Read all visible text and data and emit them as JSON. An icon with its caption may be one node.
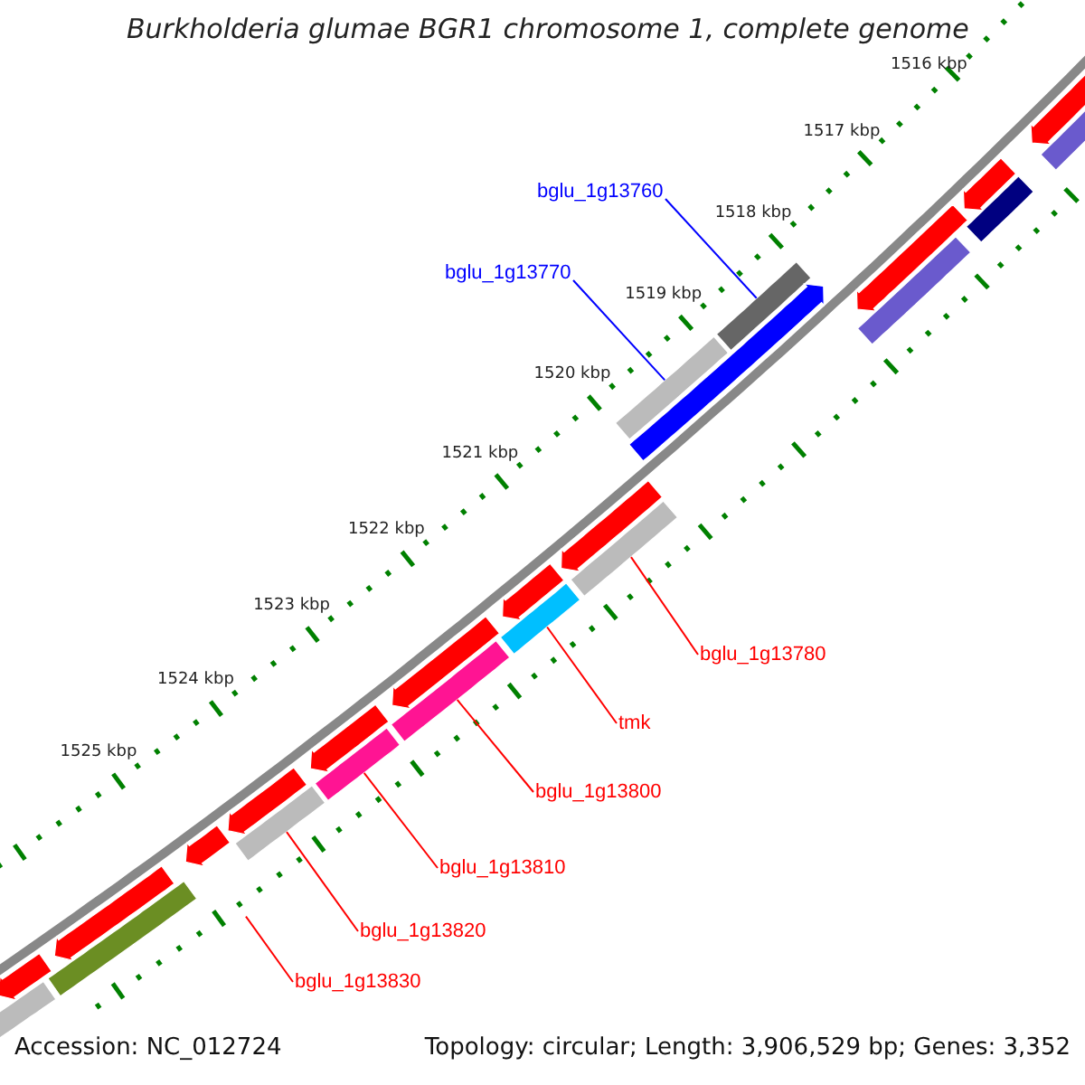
{
  "diagram": {
    "title": "Burkholderia glumae BGR1 chromosome 1, complete genome",
    "nodes": [
      {
        "text": [
          "bglu_1g13760"
        ]
      },
      {
        "text": [
          "bglu_1g13770"
        ]
      },
      {
        "text": [
          "bglu_1g13780"
        ]
      },
      {
        "text": [
          "tmk"
        ]
      },
      {
        "text": [
          "bglu_1g13800"
        ]
      },
      {
        "text": [
          "bglu_1g13810"
        ]
      },
      {
        "text": [
          "bglu_1g13820"
        ]
      },
      {
        "text": [
          "bglu_1g13830"
        ]
      },
      {
        "text": [],
        "shape": "bar"
      },
      {
        "text": [],
        "shape": "bar"
      },
      {
        "text": [],
        "shape": "bar"
      },
      {
        "text": [],
        "shape": "bar"
      },
      {
        "text": [],
        "shape": "bar"
      },
      {
        "text": [],
        "shape": "bar"
      },
      {
        "text": [],
        "shape": "bar"
      },
      {
        "text": [],
        "shape": "bar"
      },
      {
        "text": [],
        "shape": "bar"
      },
      {
        "text": [],
        "shape": "bar"
      },
      {
        "text": [],
        "shape": "bar"
      },
      {
        "text": [],
        "shape": "bar"
      },
      {
        "text": [],
        "shape": "bar"
      },
      {
        "text": [],
        "shape": "bar"
      },
      {
        "text": [],
        "shape": "bar"
      },
      {
        "text": [],
        "shape": "bar"
      },
      {
        "text": [],
        "shape": "bar"
      },
      {
        "text": [],
        "shape": "bar"
      },
      {
        "text": [],
        "shape": "bar"
      },
      {
        "text": [],
        "shape": "bar"
      },
      {
        "text": [],
        "shape": "bar"
      },
      {
        "text": [],
        "shape": "bar"
      },
      {
        "text": [],
        "shape": "bar"
      },
      {
        "text": [],
        "shape": "bar"
      }
    ],
    "edges": [
      {
        "from": 0,
        "to": 14,
        "arrow": "none",
        "color": "#0000ff"
      },
      {
        "from": 1,
        "to": 16,
        "arrow": "none",
        "color": "#0000ff"
      },
      {
        "from": 2,
        "to": 18,
        "arrow": "none"
      },
      {
        "from": 3,
        "to": 20,
        "arrow": "none"
      },
      {
        "from": 4,
        "to": 22,
        "arrow": "none"
      },
      {
        "from": 5,
        "to": 24,
        "arrow": "none"
      },
      {
        "from": 6,
        "to": 26,
        "arrow": "none"
      },
      {
        "from": 7,
        "to": null,
        "arrow": "none"
      }
    ],
    "labels": [
      "1516 kbp",
      "1517 kbp",
      "1518 kbp",
      "1519 kbp",
      "1520 kbp",
      "1521 kbp",
      "1522 kbp",
      "1523 kbp",
      "1524 kbp",
      "1525 kbp",
      "Accession: NC_012724",
      "Topology: circular; Length: 3,906,529 bp; Genes: 3,352"
    ]
  }
}
